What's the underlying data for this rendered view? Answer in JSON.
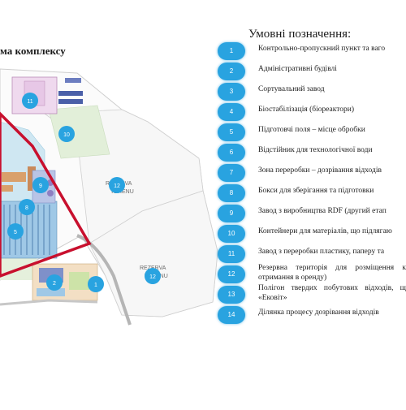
{
  "plan": {
    "title": "ма комплексу",
    "zone_labels": {
      "reserve_a_line1": "REZERVA",
      "reserve_a_line2": "TERENU",
      "reserve_b_line1": "REZERVA",
      "reserve_b_line2": "TERENU"
    },
    "markers": [
      "11",
      "10",
      "9",
      "8",
      "5",
      "12",
      "2",
      "1",
      "12"
    ]
  },
  "legend": {
    "title": "Умовні позначення:",
    "items": [
      {
        "num": "1",
        "label": "Контрольно-пропускний пункт та ваго"
      },
      {
        "num": "2",
        "label": "Адміністративні будівлі"
      },
      {
        "num": "3",
        "label": "Сортувальний завод"
      },
      {
        "num": "4",
        "label": "Біостабілізація (біореактори)"
      },
      {
        "num": "5",
        "label": "Підготовчі поля – місце обробки"
      },
      {
        "num": "6",
        "label": "Відстійник для технологічної води"
      },
      {
        "num": "7",
        "label": "Зона переробки – дозрівання відходів"
      },
      {
        "num": "8",
        "label": "Бокси для зберігання та підготовки"
      },
      {
        "num": "9",
        "label": "Завод з виробництва RDF (другий етап"
      },
      {
        "num": "10",
        "label": "Контейнери для матеріалів, що підлягаю"
      },
      {
        "num": "11",
        "label": "Завод з переробки пластику, паперу та"
      },
      {
        "num": "12",
        "label": "Резервна територія для розміщення к отримання в оренду)"
      },
      {
        "num": "13",
        "label": "Полігон твердих побутових відходів, щ «Ековіт»"
      },
      {
        "num": "14",
        "label": "Ділянка процесу дозрівання відходів"
      }
    ]
  },
  "colors": {
    "badge": "#29a3e0",
    "boundary": "#c8102e",
    "road": "#b5b5b5"
  }
}
